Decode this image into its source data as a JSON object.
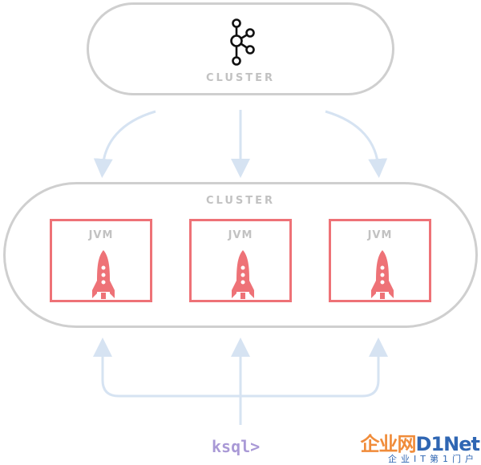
{
  "top_cluster": {
    "label": "CLUSTER",
    "logo": "kafka-icon"
  },
  "main_cluster": {
    "label": "CLUSTER",
    "nodes": [
      {
        "label": "JVM",
        "icon": "rocket-icon"
      },
      {
        "label": "JVM",
        "icon": "rocket-icon"
      },
      {
        "label": "JVM",
        "icon": "rocket-icon"
      }
    ]
  },
  "cli": {
    "prompt": "ksql>"
  },
  "watermark": {
    "prefix": "企业网",
    "brand_d": "D",
    "brand_rest": "1Net",
    "subtitle": "企业IT第1门户"
  },
  "colors": {
    "pill_border": "#cfcfcf",
    "jvm_border": "#ee7277",
    "rocket": "#ee7277",
    "arrow": "#d6e3f2",
    "ksql": "#a999d6",
    "label": "#c2c2c2"
  }
}
